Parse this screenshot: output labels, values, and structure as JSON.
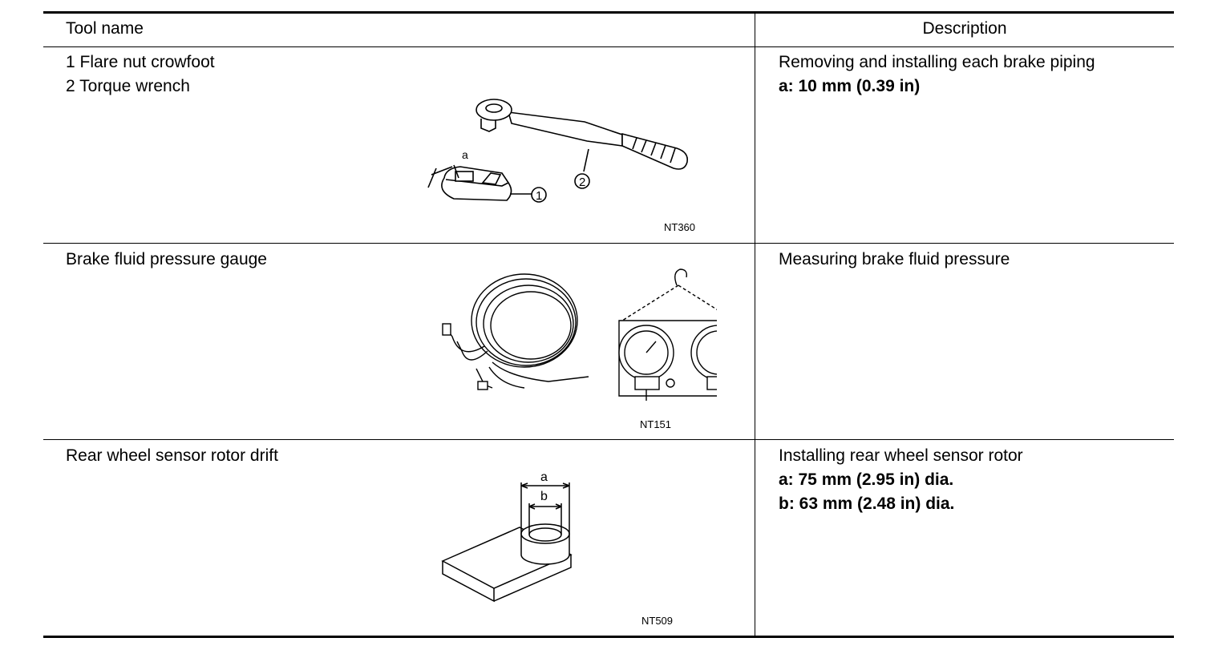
{
  "table": {
    "headers": {
      "tool_name": "Tool name",
      "description": "Description"
    },
    "rows": [
      {
        "tool_lines": [
          "1 Flare nut crowfoot",
          "2 Torque wrench"
        ],
        "figure_code": "NT360",
        "figure_labels": {
          "a": "a",
          "callout_1": "1",
          "callout_2": "2"
        },
        "desc_lines": [
          "Removing and installing each brake piping"
        ],
        "desc_bold_lines": [
          "a: 10 mm (0.39 in)"
        ]
      },
      {
        "tool_lines": [
          "Brake fluid pressure gauge"
        ],
        "figure_code": "NT151",
        "desc_lines": [
          "Measuring brake fluid pressure"
        ],
        "desc_bold_lines": []
      },
      {
        "tool_lines": [
          "Rear wheel sensor rotor drift"
        ],
        "figure_code": "NT509",
        "figure_labels": {
          "a": "a",
          "b": "b"
        },
        "desc_lines": [
          "Installing rear wheel sensor rotor"
        ],
        "desc_bold_lines": [
          "a: 75 mm (2.95 in) dia.",
          "b: 63 mm (2.48 in) dia."
        ]
      }
    ]
  }
}
